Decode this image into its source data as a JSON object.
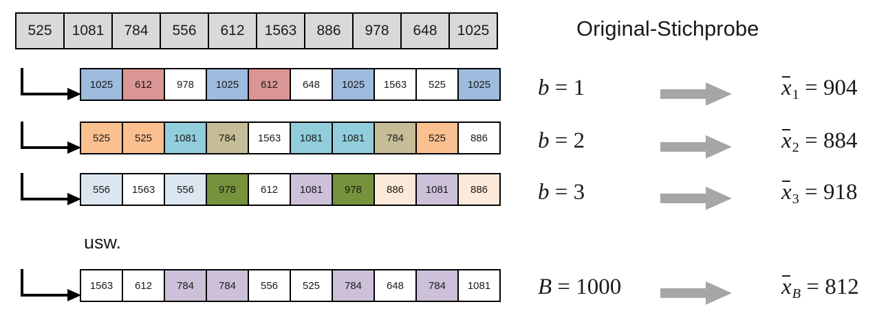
{
  "title": "Original-Stichprobe",
  "etc_label": "usw.",
  "colors": {
    "original_cell_fill": "#d9d9d9",
    "cell_border": "#000000",
    "arrow_fill": "#a6a6a6",
    "connector": "#000000",
    "blue": "#9dbbdd",
    "rose": "#d99694",
    "peach": "#fac08f",
    "teal": "#92cddc",
    "khaki": "#c4bd97",
    "pale_blue": "#dce6f1",
    "green": "#76923c",
    "lavender": "#ccc1d9",
    "cream": "#fde9d9",
    "white": "#ffffff"
  },
  "original_sample": {
    "label": "original-sample-row",
    "values": [
      525,
      1081,
      784,
      556,
      612,
      1563,
      886,
      978,
      648,
      1025
    ]
  },
  "bootstrap_rows": [
    {
      "b_label": "b = 1",
      "b_symbol": "b",
      "b_value": "1",
      "mean_symbol": "x",
      "mean_subscript": "1",
      "mean_value": "904",
      "mean_label": "x̄1 = 904",
      "cells": [
        {
          "value": 1025,
          "fill": "#9dbbdd"
        },
        {
          "value": 612,
          "fill": "#d99694"
        },
        {
          "value": 978,
          "fill": "#ffffff"
        },
        {
          "value": 1025,
          "fill": "#9dbbdd"
        },
        {
          "value": 612,
          "fill": "#d99694"
        },
        {
          "value": 648,
          "fill": "#ffffff"
        },
        {
          "value": 1025,
          "fill": "#9dbbdd"
        },
        {
          "value": 1563,
          "fill": "#ffffff"
        },
        {
          "value": 525,
          "fill": "#ffffff"
        },
        {
          "value": 1025,
          "fill": "#9dbbdd"
        }
      ]
    },
    {
      "b_label": "b = 2",
      "b_symbol": "b",
      "b_value": "2",
      "mean_symbol": "x",
      "mean_subscript": "2",
      "mean_value": "884",
      "mean_label": "x̄2 = 884",
      "cells": [
        {
          "value": 525,
          "fill": "#fac08f"
        },
        {
          "value": 525,
          "fill": "#fac08f"
        },
        {
          "value": 1081,
          "fill": "#92cddc"
        },
        {
          "value": 784,
          "fill": "#c4bd97"
        },
        {
          "value": 1563,
          "fill": "#ffffff"
        },
        {
          "value": 1081,
          "fill": "#92cddc"
        },
        {
          "value": 1081,
          "fill": "#92cddc"
        },
        {
          "value": 784,
          "fill": "#c4bd97"
        },
        {
          "value": 525,
          "fill": "#fac08f"
        },
        {
          "value": 886,
          "fill": "#ffffff"
        }
      ]
    },
    {
      "b_label": "b = 3",
      "b_symbol": "b",
      "b_value": "3",
      "mean_symbol": "x",
      "mean_subscript": "3",
      "mean_value": "918",
      "mean_label": "x̄3 = 918",
      "cells": [
        {
          "value": 556,
          "fill": "#dce6f1"
        },
        {
          "value": 1563,
          "fill": "#ffffff"
        },
        {
          "value": 556,
          "fill": "#dce6f1"
        },
        {
          "value": 978,
          "fill": "#76923c"
        },
        {
          "value": 612,
          "fill": "#ffffff"
        },
        {
          "value": 1081,
          "fill": "#ccc1d9"
        },
        {
          "value": 978,
          "fill": "#76923c"
        },
        {
          "value": 886,
          "fill": "#fde9d9"
        },
        {
          "value": 1081,
          "fill": "#ccc1d9"
        },
        {
          "value": 886,
          "fill": "#fde9d9"
        }
      ]
    },
    {
      "b_label": "B = 1000",
      "b_symbol": "B",
      "b_value": "1000",
      "mean_symbol": "x",
      "mean_subscript": "B",
      "mean_value": "812",
      "mean_label": "x̄B = 812",
      "cells": [
        {
          "value": 1563,
          "fill": "#ffffff"
        },
        {
          "value": 612,
          "fill": "#ffffff"
        },
        {
          "value": 784,
          "fill": "#ccc1d9"
        },
        {
          "value": 784,
          "fill": "#ccc1d9"
        },
        {
          "value": 556,
          "fill": "#ffffff"
        },
        {
          "value": 525,
          "fill": "#ffffff"
        },
        {
          "value": 784,
          "fill": "#ccc1d9"
        },
        {
          "value": 648,
          "fill": "#ffffff"
        },
        {
          "value": 784,
          "fill": "#ccc1d9"
        },
        {
          "value": 1081,
          "fill": "#ffffff"
        }
      ]
    }
  ],
  "icons": {
    "connector": "elbow-arrow-icon",
    "flow_arrow": "right-block-arrow-icon"
  }
}
